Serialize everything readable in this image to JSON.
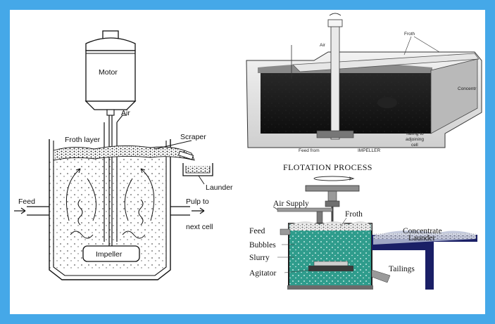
{
  "left_diagram": {
    "motor": "Motor",
    "air": "Air",
    "froth_layer": "Froth layer",
    "scraper": "Scraper",
    "launder": "Launder",
    "feed": "Feed",
    "pulp_to_line1": "Pulp to",
    "pulp_to_line2": "next cell",
    "impeller": "Impeller"
  },
  "top_right_diagram": {
    "air": "Air",
    "froth": "Froth",
    "concentrate": "Concentr",
    "tailing_line1": "Tailing to",
    "tailing_line2": "adjoining",
    "tailing_line3": "cell",
    "feed_from": "Feed from",
    "impeller": "IMPELLER"
  },
  "bottom_right_diagram": {
    "title": "FLOTATION PROCESS",
    "air_supply": "Air Supply",
    "froth": "Froth",
    "feed": "Feed",
    "bubbles": "Bubbles",
    "slurry": "Slurry",
    "agitator": "Agitator",
    "concentrate": "Concentrate",
    "launder": "Launder",
    "tailings": "Tailings"
  }
}
